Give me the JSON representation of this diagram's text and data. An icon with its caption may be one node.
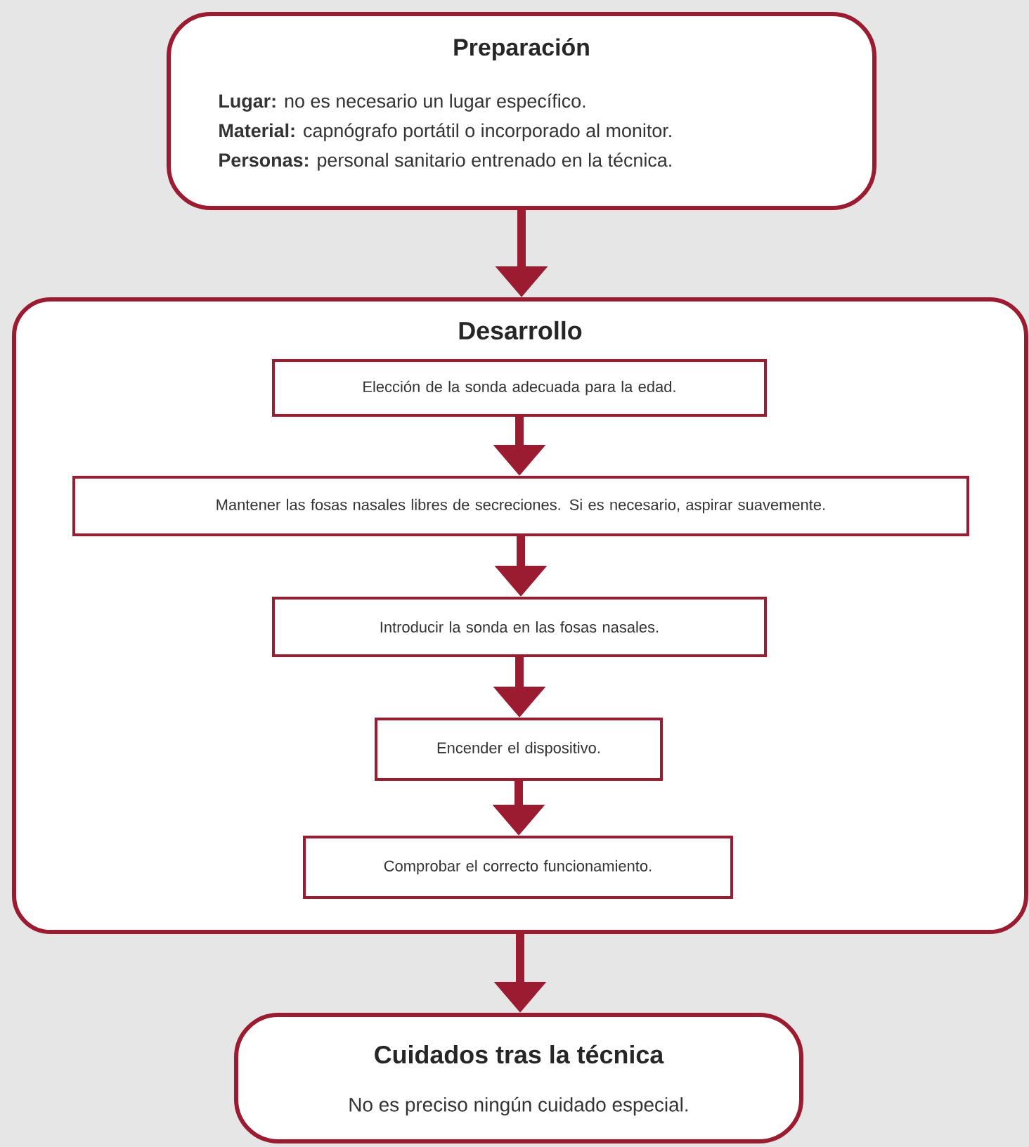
{
  "diagram": {
    "nodes": [
      {
        "text": [
          "Preparación",
          "**Lugar:** no es necesario un lugar específico.",
          "**Material:** capnógrafo portátil o incorporado al monitor.",
          "**Personas:** personal sanitario entrenado en la técnica."
        ]
      },
      {
        "text": [
          "Desarrollo"
        ]
      },
      {
        "text": [
          "Elección de la sonda adecuada para la edad."
        ],
        "in": 1
      },
      {
        "text": [
          "Mantener las fosas nasales libres de secreciones. Si es necesario, aspirar suavemente."
        ],
        "in": 1
      },
      {
        "text": [
          "Introducir la sonda en las fosas nasales."
        ],
        "in": 1
      },
      {
        "text": [
          "Encender el dispositivo."
        ],
        "in": 1
      },
      {
        "text": [
          "Comprobar el correcto funcionamiento."
        ],
        "in": 1
      },
      {
        "text": [
          "Cuidados tras la técnica",
          "No es preciso ningún cuidado especial."
        ]
      }
    ],
    "edges": [
      {
        "from": 0,
        "to": 1,
        "arrow": "to"
      },
      {
        "from": 2,
        "to": 3,
        "arrow": "to"
      },
      {
        "from": 3,
        "to": 4,
        "arrow": "to"
      },
      {
        "from": 4,
        "to": 5,
        "arrow": "to"
      },
      {
        "from": 5,
        "to": 6,
        "arrow": "to"
      },
      {
        "from": 1,
        "to": 7,
        "arrow": "to"
      }
    ]
  }
}
